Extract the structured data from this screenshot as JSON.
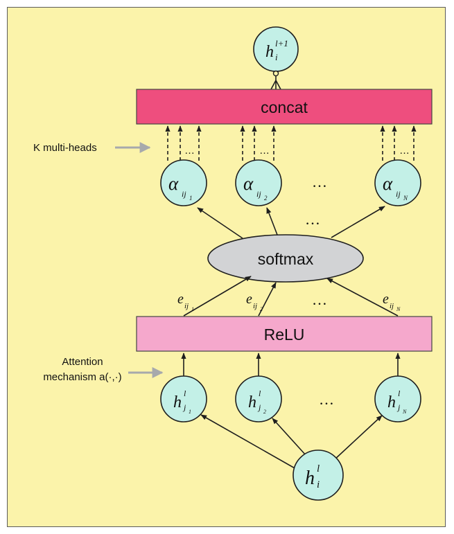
{
  "diagram": {
    "boxes": {
      "concat": "concat",
      "relu": "ReLU",
      "softmax": "softmax"
    },
    "side_labels": {
      "multi_heads": "K multi-heads",
      "attention_line1": "Attention",
      "attention_line2": "mechanism a(·,·)"
    },
    "output_node": {
      "base": "h",
      "sub": "i",
      "sup": "l+1"
    },
    "alpha_nodes": [
      {
        "base": "α",
        "sub": "ij",
        "subsub": "1"
      },
      {
        "base": "α",
        "sub": "ij",
        "subsub": "2"
      },
      {
        "base": "α",
        "sub": "ij",
        "subsub": "N"
      }
    ],
    "e_labels": [
      {
        "base": "e",
        "sub": "ij",
        "subsub": "1"
      },
      {
        "base": "e",
        "sub": "ij",
        "subsub": "2"
      },
      {
        "base": "e",
        "sub": "ij",
        "subsub": "N"
      }
    ],
    "h_nodes": [
      {
        "base": "h",
        "sup": "l",
        "sub": "j",
        "subsub": "1"
      },
      {
        "base": "h",
        "sup": "l",
        "sub": "j",
        "subsub": "2"
      },
      {
        "base": "h",
        "sup": "l",
        "sub": "j",
        "subsub": "N"
      }
    ],
    "input_node": {
      "base": "h",
      "sub": "i",
      "sup": "l"
    },
    "ellipsis": "…",
    "colors": {
      "background": "#fbf3aa",
      "concat_fill": "#ee4e7e",
      "relu_fill": "#f5a8cc",
      "node_fill": "#c3f0e7",
      "softmax_fill": "#d2d3d5",
      "pointer_gray": "#a7a9ac"
    }
  }
}
